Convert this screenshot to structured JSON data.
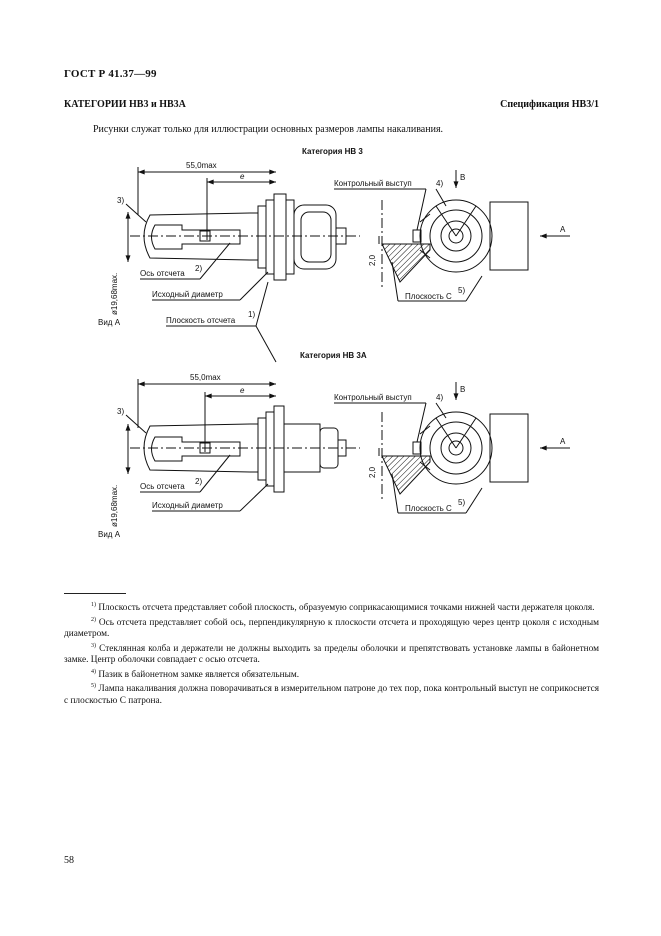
{
  "header": {
    "doc_code": "ГОСТ Р 41.37—99",
    "category_title": "КАТЕГОРИИ HB3 и HB3A",
    "spec_title": "Спецификация HB3/1"
  },
  "note": "Рисунки служат только для иллюстрации основных размеров лампы накаливания.",
  "figure_top": {
    "title": "Категория НВ 3",
    "dim_length": "55,0max",
    "dim_e": "e",
    "dim_diameter": "ø19,68max.",
    "dim_offset": "2,0",
    "label_3": "3)",
    "label_4": "4)",
    "label_axis": "Ось отсчета",
    "label_axis_sup": "2)",
    "label_base_diam": "Исходный диаметр",
    "label_contact": "Контрольный выступ",
    "label_plane_c": "Плоскость С",
    "label_plane_c_sup": "5)",
    "label_b": "B",
    "label_a": "A",
    "view_a": "Вид A"
  },
  "figure_shared": {
    "label_ref_plane": "Плоскость отсчета",
    "label_ref_plane_sup": "1)"
  },
  "figure_bottom": {
    "title": "Категория НВ 3A",
    "dim_length": "55,0max",
    "dim_e": "e",
    "dim_diameter": "ø19,68max.",
    "dim_offset": "2,0",
    "label_3": "3)",
    "label_4": "4)",
    "label_axis": "Ось отсчета",
    "label_axis_sup": "2)",
    "label_base_diam": "Исходный диаметр",
    "label_contact": "Контрольный выступ",
    "label_plane_c": "Плоскость С",
    "label_plane_c_sup": "5)",
    "label_b": "B",
    "label_a": "A",
    "view_a": "Вид A"
  },
  "footnotes": [
    {
      "mark": "1)",
      "text": "Плоскость отсчета представляет собой плоскость, образуемую соприкасающимися точками нижней части держателя цоколя."
    },
    {
      "mark": "2)",
      "text": "Ось отсчета представляет собой ось, перпендикулярную к плоскости отсчета и проходящую через центр цоколя с исходным диаметром."
    },
    {
      "mark": "3)",
      "text": "Стеклянная колба и держатели не должны выходить за пределы оболочки и препятствовать установке лампы в байонетном замке. Центр оболочки совпадает с осью отсчета."
    },
    {
      "mark": "4)",
      "text": "Пазик в байонетном замке является обязательным."
    },
    {
      "mark": "5)",
      "text": "Лампа накаливания должна поворачиваться в измерительном патроне до тех пор, пока контрольный выступ не соприкоснется с плоскостью С патрона."
    }
  ],
  "page_number": "58"
}
